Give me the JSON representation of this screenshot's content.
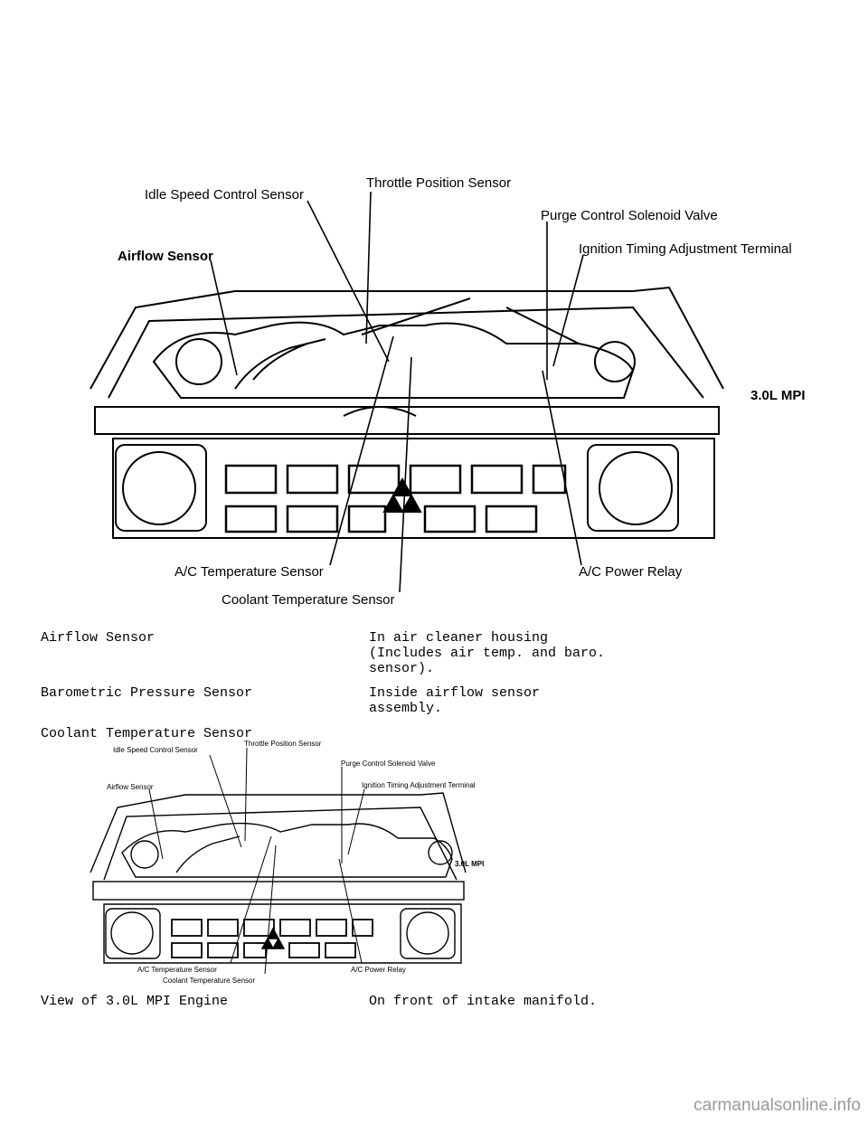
{
  "diagram": {
    "engine_label": "3.0L MPI",
    "callouts": {
      "idle_speed": "Idle Speed Control Sensor",
      "throttle": "Throttle Position Sensor",
      "purge": "Purge Control Solenoid Valve",
      "airflow": "Airflow Sensor",
      "ignition": "Ignition Timing Adjustment Terminal",
      "ac_temp": "A/C Temperature Sensor",
      "ac_relay": "A/C Power Relay",
      "coolant": "Coolant Temperature Sensor"
    }
  },
  "table": {
    "rows": [
      {
        "component": "Airflow Sensor",
        "location": "In air cleaner housing\n(Includes air temp. and baro.\nsensor)."
      },
      {
        "component": "Barometric Pressure Sensor",
        "location": "Inside airflow sensor\nassembly."
      },
      {
        "component": "Coolant Temperature Sensor",
        "location": ""
      }
    ],
    "caption": "View of 3.0L MPI Engine",
    "caption_location": "On front of intake manifold."
  },
  "watermark": "carmanualsonline.info"
}
